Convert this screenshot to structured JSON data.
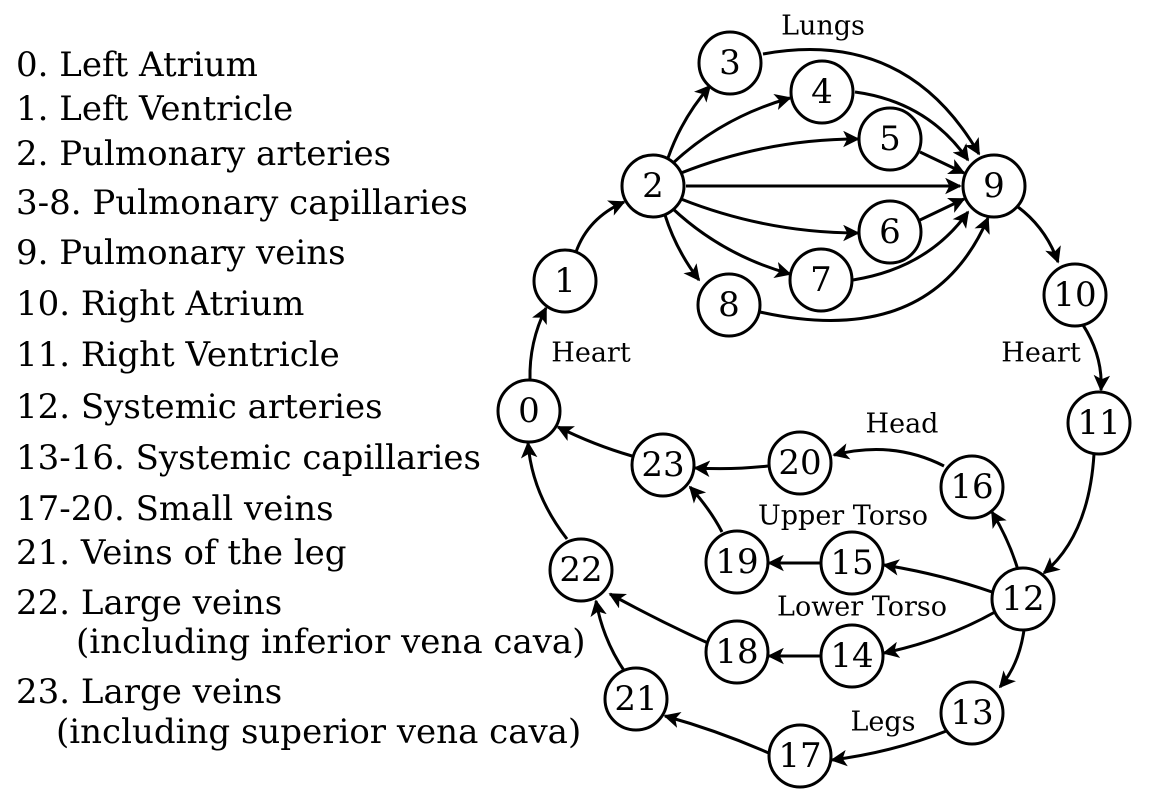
{
  "legend": [
    "0. Left Atrium",
    "1. Left Ventricle",
    "2. Pulmonary arteries",
    "3-8. Pulmonary capillaries",
    "9. Pulmonary veins",
    "10. Right Atrium",
    "11. Right Ventricle",
    "12. Systemic arteries",
    "13-16. Systemic capillaries",
    "17-20. Small veins",
    "21. Veins of the leg",
    "22. Large veins",
    "(including inferior vena cava)",
    "23. Large veins",
    "(including superior vena cava)"
  ],
  "nodes": [
    "0",
    "1",
    "2",
    "3",
    "4",
    "5",
    "6",
    "7",
    "8",
    "9",
    "10",
    "11",
    "12",
    "13",
    "14",
    "15",
    "16",
    "17",
    "18",
    "19",
    "20",
    "21",
    "22",
    "23"
  ],
  "region_labels": {
    "lungs": "Lungs",
    "heart_left": "Heart",
    "heart_right": "Heart",
    "head": "Head",
    "upper_torso": "Upper Torso",
    "lower_torso": "Lower Torso",
    "legs": "Legs"
  },
  "edges": [
    [
      "0",
      "1"
    ],
    [
      "1",
      "2"
    ],
    [
      "2",
      "3"
    ],
    [
      "2",
      "4"
    ],
    [
      "2",
      "5"
    ],
    [
      "2",
      "9"
    ],
    [
      "2",
      "6"
    ],
    [
      "2",
      "7"
    ],
    [
      "2",
      "8"
    ],
    [
      "3",
      "9"
    ],
    [
      "4",
      "9"
    ],
    [
      "5",
      "9"
    ],
    [
      "6",
      "9"
    ],
    [
      "7",
      "9"
    ],
    [
      "8",
      "9"
    ],
    [
      "9",
      "10"
    ],
    [
      "10",
      "11"
    ],
    [
      "11",
      "12"
    ],
    [
      "12",
      "16"
    ],
    [
      "12",
      "15"
    ],
    [
      "12",
      "14"
    ],
    [
      "12",
      "13"
    ],
    [
      "16",
      "20"
    ],
    [
      "15",
      "19"
    ],
    [
      "14",
      "18"
    ],
    [
      "13",
      "17"
    ],
    [
      "20",
      "23"
    ],
    [
      "19",
      "23"
    ],
    [
      "18",
      "22"
    ],
    [
      "17",
      "21"
    ],
    [
      "21",
      "22"
    ],
    [
      "23",
      "0"
    ],
    [
      "22",
      "0"
    ]
  ]
}
